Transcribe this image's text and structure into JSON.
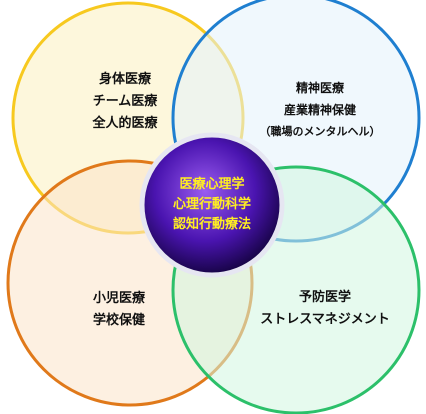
{
  "top_left": {
    "lines": [
      "身体医療",
      "チーム医療",
      "全人的医療"
    ],
    "color": "#f7c91f",
    "fill": "#fcf0c0"
  },
  "top_right": {
    "lines": [
      "精神医療",
      "産業精神保健",
      "（職場のメンタルヘル）"
    ],
    "color": "#1f7fd0",
    "fill": "#e4f3fb"
  },
  "bottom_left": {
    "lines": [
      "小児医療",
      "学校保健"
    ],
    "color": "#e0791a",
    "fill": "#fbe3c8"
  },
  "bottom_right": {
    "lines": [
      "予防医学",
      "ストレスマネジメント"
    ],
    "color": "#2cc06a",
    "fill": "#d2f5e0"
  },
  "center": {
    "lines": [
      "医療心理学",
      "心理行動科学",
      "認知行動療法"
    ],
    "text_color": "#ffee22",
    "fill_inner": "#7a3be0",
    "fill_outer": "#120044"
  }
}
